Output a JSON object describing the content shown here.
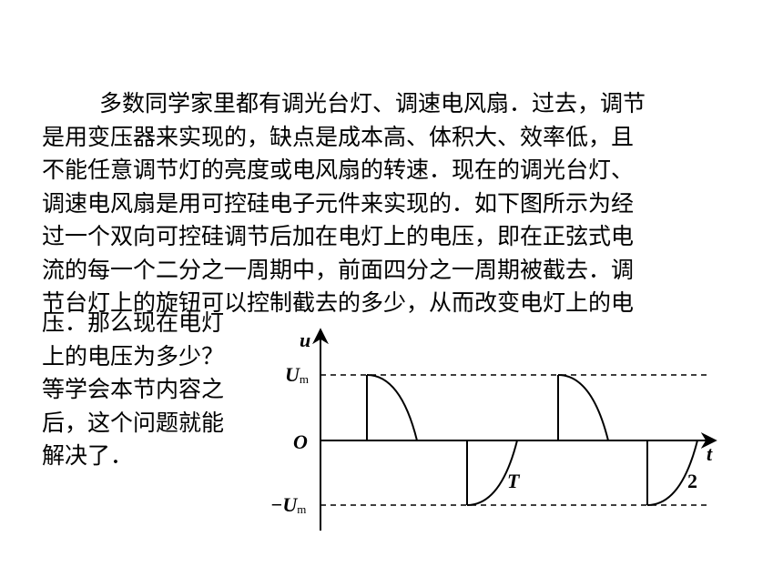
{
  "paragraph": {
    "lines": [
      "多数同学家里都有调光台灯、调速电风扇．过去，调节",
      "是用变压器来实现的，缺点是成本高、体积大、效率低，且",
      "不能任意调节灯的亮度或电风扇的转速．现在的调光台灯、",
      "调速电风扇是用可控硅电子元件来实现的．如下图所示为经",
      "过一个双向可控硅调节后加在电灯上的电压，即在正弦式电",
      "流的每一个二分之一周期中，前面四分之一周期被截去．调",
      "节台灯上的旋钮可以控制截去的多少，从而改变电灯上的电"
    ],
    "wrap_lines": [
      "压．那么现在电灯",
      "上的电压为多少？",
      "等学会本节内容之",
      "后，这个问题就能",
      "解决了．"
    ]
  },
  "figure": {
    "y_axis_label": "u",
    "x_axis_label": "t",
    "origin_label": "O",
    "ymax_label_main": "U",
    "ymax_label_sub": "m",
    "ymin_label_prefix": "−U",
    "ymin_label_sub": "m",
    "period_label": "T",
    "second_label": "2"
  }
}
